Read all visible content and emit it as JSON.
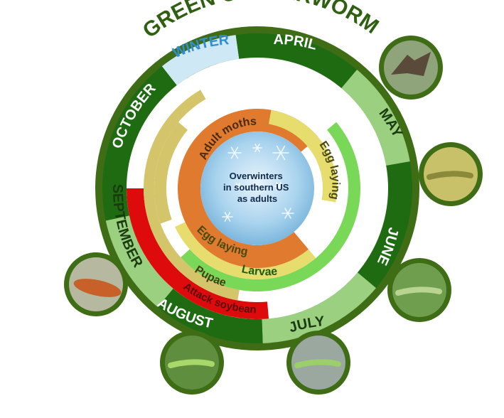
{
  "title": "GREEN CLOVERWORM",
  "center_text": [
    "Overwinters",
    "in southern US",
    "as adults"
  ],
  "months": [
    {
      "label": "WINTER",
      "color": "#cfe8f5",
      "text_color": "#2f8fd0"
    },
    {
      "label": "APRIL",
      "color": "#1e6b12",
      "text_color": "#ffffff"
    },
    {
      "label": "MAY",
      "color": "#9bd080",
      "text_color": "#1a3a10"
    },
    {
      "label": "JUNE",
      "color": "#1e6b12",
      "text_color": "#ffffff"
    },
    {
      "label": "JULY",
      "color": "#9bd080",
      "text_color": "#1a3a10"
    },
    {
      "label": "AUGUST",
      "color": "#1e6b12",
      "text_color": "#ffffff"
    },
    {
      "label": "SEPTEMBER",
      "color": "#9bd080",
      "text_color": "#1a3a10"
    },
    {
      "label": "OCTOBER",
      "color": "#1e6b12",
      "text_color": "#ffffff"
    }
  ],
  "stages": {
    "adult_moths_1": {
      "label": "Adult moths",
      "color": "#e07a2e",
      "text_color": "#4a2a10"
    },
    "egg_laying_1": {
      "label": "Egg laying",
      "color": "#e6dd6e",
      "text_color": "#4a4a10"
    },
    "egg_laying_2": {
      "label": "Egg laying",
      "color": "#e6dd6e",
      "text_color": "#4a4a10"
    },
    "larvae": {
      "label": "Larvae",
      "color": "#7ad858",
      "text_color": "#1e5a10"
    },
    "pupae": {
      "label": "Pupae",
      "color": "#d4c46a",
      "text_color": "#4a3a10"
    },
    "attack": {
      "label": "Attack soybean",
      "color": "#dd0b0b",
      "text_color": "#5a0a0a"
    }
  },
  "colors": {
    "outer_ring": "#3f6d16",
    "photo_border": "#3f6d16",
    "title": "#2f5f10"
  },
  "photos": [
    {
      "name": "moth-photo"
    },
    {
      "name": "egg-photo"
    },
    {
      "name": "larva-photo-june"
    },
    {
      "name": "larva-photo-july"
    },
    {
      "name": "larva-photo-august"
    },
    {
      "name": "pupa-photo"
    }
  ]
}
